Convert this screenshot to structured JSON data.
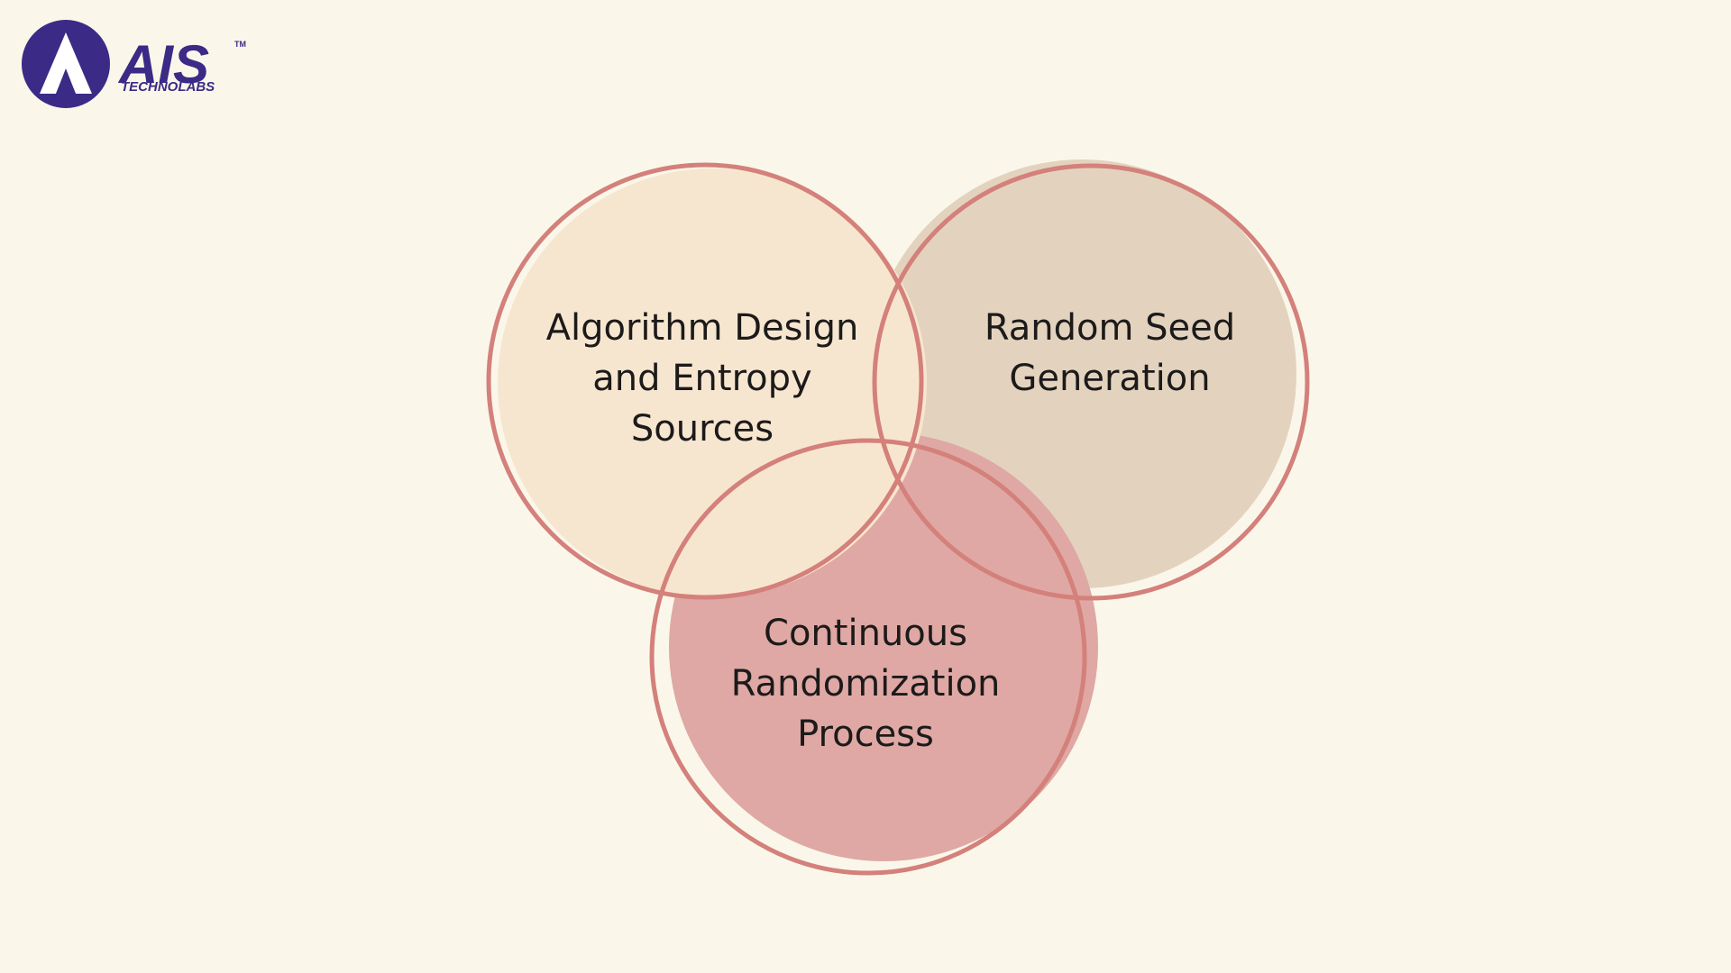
{
  "logo": {
    "wordmark": "AIS",
    "trademark": "TM",
    "subtext": "TECHNOLABS",
    "brand_color": "#3b2a86"
  },
  "diagram": {
    "type": "venn-3",
    "sets": [
      {
        "label": "Algorithm Design\nand Entropy\nSources",
        "fill": "#f7e6cf"
      },
      {
        "label": "Random Seed\nGeneration",
        "fill": "#e3d3be"
      },
      {
        "label": "Continuous\nRandomization\nProcess",
        "fill": "#dfa8a4"
      }
    ],
    "outline_color": "#d4807b",
    "background": "#faf7ea"
  }
}
